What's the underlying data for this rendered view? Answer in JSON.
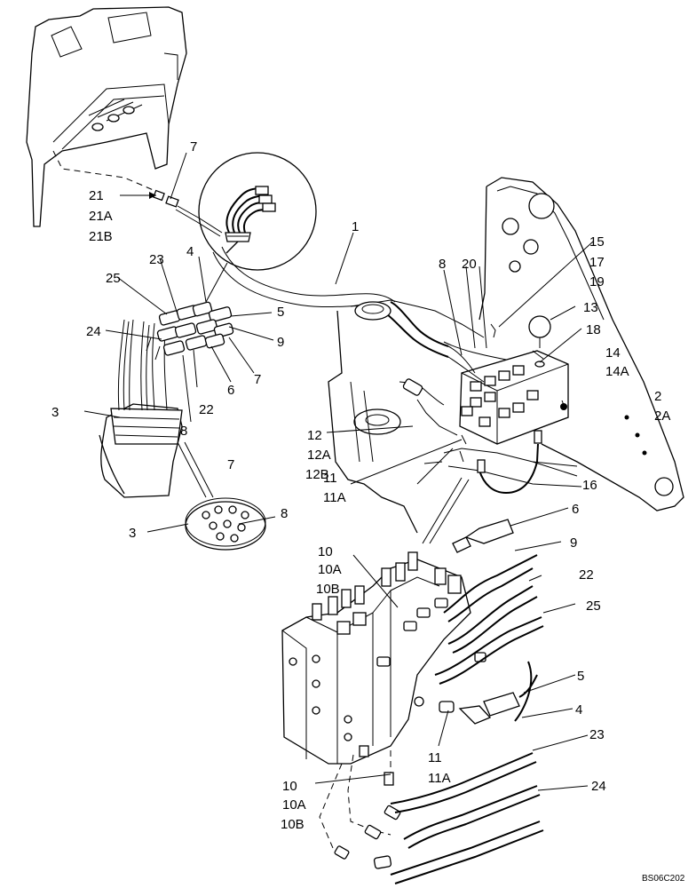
{
  "labels": {
    "l1": "1",
    "l2": "2",
    "l2a": "2A",
    "l3a": "3",
    "l3b": "3",
    "l4a": "4",
    "l4b": "4",
    "l5a": "5",
    "l5b": "5",
    "l6a": "6",
    "l6b": "6",
    "l7a": "7",
    "l7b": "7",
    "l7c": "7",
    "l8a": "8",
    "l8b": "8",
    "l8c": "8",
    "l9a": "9",
    "l9b": "9",
    "l10a": "10",
    "l10aa": "10A",
    "l10ab": "10B",
    "l10b": "10",
    "l10ba": "10A",
    "l10bb": "10B",
    "l11a": "11",
    "l11aa": "11A",
    "l11b": "11",
    "l11ba": "11A",
    "l12": "12",
    "l12a": "12A",
    "l12b": "12B",
    "l13": "13",
    "l14": "14",
    "l14a": "14A",
    "l15": "15",
    "l16": "16",
    "l17": "17",
    "l18": "18",
    "l19": "19",
    "l20": "20",
    "l21": "21",
    "l21a": "21A",
    "l21b": "21B",
    "l22a": "22",
    "l22b": "22",
    "l23a": "23",
    "l23b": "23",
    "l24a": "24",
    "l24b": "24",
    "l25a": "25",
    "l25b": "25"
  },
  "reference_code": "BS06C202"
}
